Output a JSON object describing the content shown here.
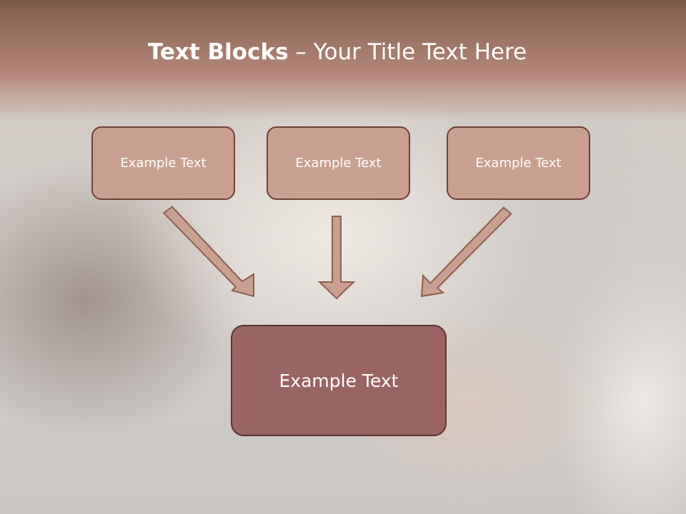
{
  "slide": {
    "title_bold": "Text Blocks",
    "title_rest": " – Your Title Text Here",
    "boxes": [
      {
        "label": "Example Text"
      },
      {
        "label": "Example Text"
      },
      {
        "label": "Example Text"
      }
    ],
    "main_box": {
      "label": "Example Text"
    }
  },
  "colors": {
    "header": "#9b7261",
    "box_fill": "#c9a090",
    "box_border": "#6e4236",
    "main_box_fill": "#9a6462",
    "text": "#ffffff"
  }
}
